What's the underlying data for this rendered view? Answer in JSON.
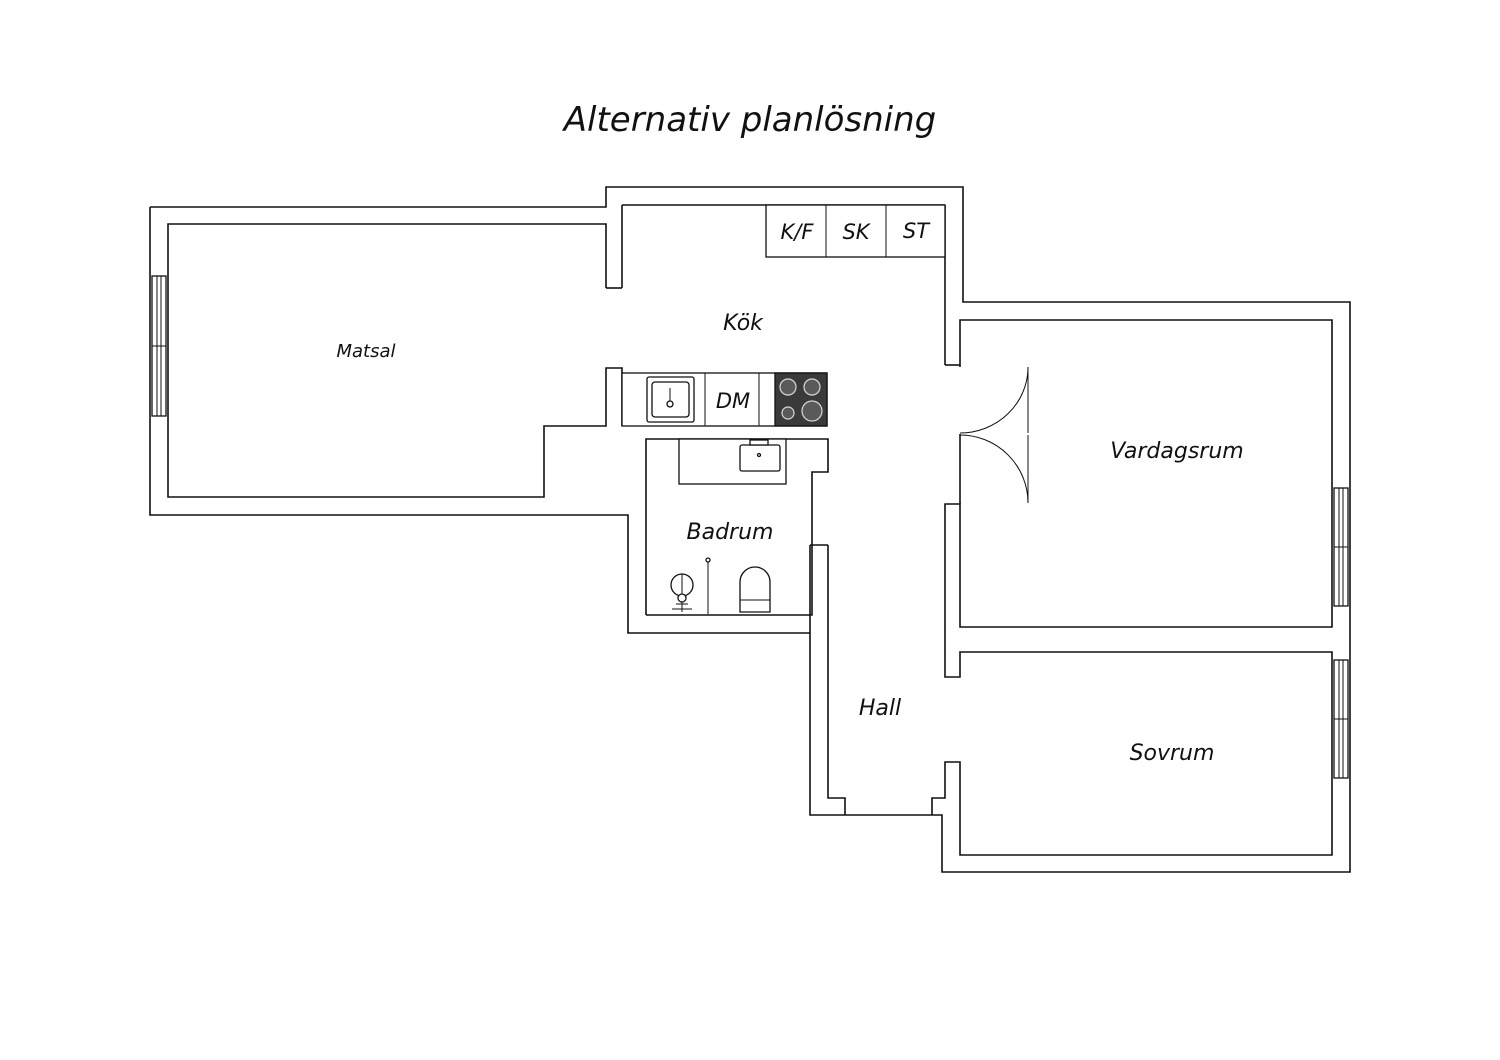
{
  "title": "Alternativ planlösning",
  "rooms": {
    "matsal": "Matsal",
    "kok": "Kök",
    "vardagsrum": "Vardagsrum",
    "badrum": "Badrum",
    "hall": "Hall",
    "sovrum": "Sovrum"
  },
  "fixtures": {
    "fridge_freezer": "K/F",
    "cabinet_sk": "SK",
    "cabinet_st": "ST",
    "dishwasher": "DM"
  }
}
